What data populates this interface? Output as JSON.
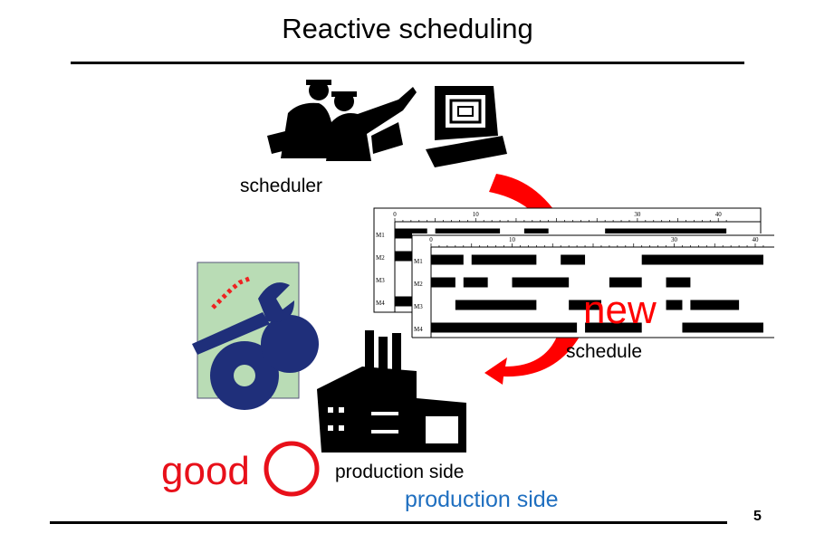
{
  "title": "Reactive scheduling",
  "labels": {
    "scheduler": "scheduler",
    "schedule": "schedule",
    "new": "new",
    "good": "good",
    "production_side": "production side",
    "production_side_blue": "production side"
  },
  "page_number": "5",
  "colors": {
    "accent_red": "#ff0000",
    "blue": "#1f6fc0"
  },
  "gantt": {
    "axis_ticks": [
      "0",
      "10",
      "30",
      "40"
    ],
    "machines": [
      "M1",
      "M2",
      "M3",
      "M4"
    ],
    "old_schedule": [
      [
        [
          0,
          4
        ],
        [
          5,
          13
        ],
        [
          16,
          19
        ],
        [
          26,
          41
        ]
      ],
      [
        [
          0,
          6
        ]
      ],
      [],
      [
        [
          0,
          6
        ]
      ]
    ],
    "new_schedule": [
      [
        [
          0,
          4
        ],
        [
          5,
          13
        ],
        [
          16,
          19
        ],
        [
          26,
          41
        ]
      ],
      [
        [
          0,
          3
        ],
        [
          4,
          7
        ],
        [
          10,
          17
        ],
        [
          22,
          26
        ],
        [
          29,
          32
        ]
      ],
      [
        [
          3,
          13
        ],
        [
          17,
          21
        ],
        [
          29,
          31
        ],
        [
          32,
          38
        ]
      ],
      [
        [
          0,
          18
        ],
        [
          19,
          26
        ],
        [
          31,
          41
        ]
      ]
    ]
  }
}
